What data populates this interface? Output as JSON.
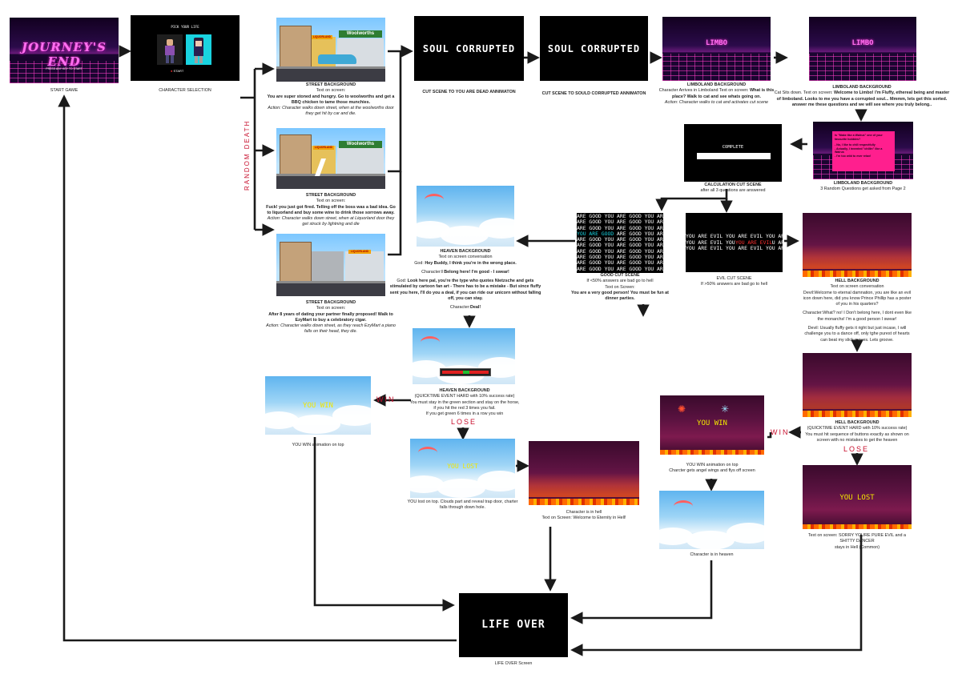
{
  "start": {
    "logo_text": "JOURNEY'S END",
    "press_text": "PRESS ANY KEY TO START",
    "caption": "START GAME"
  },
  "charsel": {
    "title": "PICK YOUR LIFE",
    "start": "START",
    "caption": "CHARACTER SELECTION"
  },
  "random_death": "RANDOM DEATH",
  "street1": {
    "sign1": "Woolworths",
    "sign2": "LIQUORLAND",
    "heading": "STREET BACKGROUND",
    "line1": "Text on screen:",
    "bold": "You are super stoned and hungry. Go to woolworths and get a BBQ chicken to tame those munchies.",
    "action": "Action: Character walks down street, when at the woolworths door they get hit by car and die."
  },
  "street2": {
    "sign1": "Woolworths",
    "sign2": "LIQUORLAND",
    "heading": "STREET BACKGROUND",
    "line1": "Text on screen:",
    "bold": "Fuck! you just got fired. Telling off the boss was a bad idea. Go to liquorland and buy some wine to drink those sorrows away.",
    "action": "Action: Character walks down street, when at Liquorland door they get struck by lightning and die"
  },
  "street3": {
    "sign1": "LIQUORLAND",
    "heading": "STREET BACKGROUND",
    "line1": "Text on screen:",
    "bold": "After 8 years of dating your partner finally proposed! Walk to EzyMart to buy a celebratory cigar.",
    "action": "Action: Character walks down street, as they reach EzyMart a piano falls on their head, they die."
  },
  "soul1": {
    "text": "SOUL CORRUPTED",
    "caption": "CUT SCENE TO YOU ARE DEAD ANNIMATON"
  },
  "soul2": {
    "text": "SOUL CORRUPTED",
    "caption": "CUT SCENE TO SOULD CORRUPTED ANNIMATON"
  },
  "limbo1": {
    "sign": "LIMBO",
    "heading": "LIMBOLAND BACKGROUND",
    "line": "Character Arrives in Limboland Text on screen:",
    "bold": "What is this place? Walk to cat and see whats going on.",
    "action": "Action: Character walks to cat and activates cut scene"
  },
  "limbo2": {
    "sign": "LIMBO",
    "heading": "LIMBOLAND BACKGROUND",
    "line": "Cat Sits down. Text on screen:",
    "bold": "Welcome to Limbo! I'm Fluffy, ethereal being and master of limboland. Looks to me you have a corrupted soul... Mmmm, lets get this sorted. answer me these questions and we will see where you truly belong.."
  },
  "limbo3": {
    "q_title": "Is \"Make like a Walrus\" one of your favourite hobbies?",
    "opt1": "- No, I like to chill respectfully",
    "opt2": "- Actually, I invented \"chillin\" like a Walrus",
    "opt3": "- I'm too wild to ever relax!",
    "heading": "LIMBOLAND BACKGROUND",
    "line": "3 Random Questions get asked from Page 2"
  },
  "calc": {
    "label": "COMPLETE",
    "heading": "CALCULATION CUT SCENE",
    "line": "after all 3 questions are answered"
  },
  "good": {
    "text": "ARE GOOD YOU ARE GOOD YOU ARE GOOD YOU ARE",
    "highlight": "YOU ARE GOOD",
    "heading": "GOOD CUT SCENE",
    "line1": "If  <50% answers are bad go to hell",
    "line2": "Text on Screen:",
    "bold": "You are a very good person! You must be fun at dinner parties."
  },
  "evil": {
    "text": "YOU ARE EVIL YOU ARE EVIL YOU ARE E",
    "highlight": "YOU ARE EVIL",
    "heading": "EVIL CUT SCENE",
    "line": "If >50% answers are bad go to hell"
  },
  "hell1": {
    "heading": "HELL BACKGROUND",
    "l1": "Text on screen conversation",
    "l2": "Devil:Welcome to eternal damnation, you are like an evil icon down here, did you know Prince Phillip has a poster of you in his quarters?",
    "l3": "Character:What? no! I Don't belong here, I dont even like the monarchs! I'm a good person I swear!",
    "l4": "Devil: Usually fluffy gets it right but just incase, I will challenge you to a dance off, only tghe purest of hearts can beat my slick moves. Lets groove."
  },
  "heaven1": {
    "heading": "HEAVEN BACKGROUND",
    "l1": "Text on screen conversation",
    "god1_label": "God:",
    "god1": "Hey Buddy, I think you're in the wrong place.",
    "char1_label": "Character:",
    "char1": "I Belong here! I'm good - I swear!",
    "god2_label": "God:",
    "god2": "Look here pal, you're the type who quotes Nietzsche and gets stimulated by cartoon fan art - There has to be a mistake - But since fluffy sent you here, I'll do you a deal, if you can ride our unicorn without falling off, you can stay.",
    "char2_label": "Character:",
    "char2": "Deal!"
  },
  "heaven2": {
    "heading": "HEAVEN BACKGROUND",
    "l1": "(QUICKTIME EVENT HARD with 10% success rate)",
    "l2": "You must stay in the green section and stay on the horse, if you hit the red 3 times you fail.",
    "l3": "If you get green 6 times in a row you win"
  },
  "win1": {
    "label": "WIN"
  },
  "lose1": {
    "label": "LOSE"
  },
  "youwin1": {
    "overlay": "YOU WIN",
    "caption": "YOU WIN animation on top"
  },
  "youlost1": {
    "overlay": "YOU LOST",
    "caption": "YOU lost on top. Clouds part and reveal trap door, charter falls through down hole."
  },
  "hellfall": {
    "caption1": "Character is in hell",
    "caption2": "Text on Screen: Welcome to Eternity in Hell!"
  },
  "hell2": {
    "heading": "HELL BACKGROUND",
    "l1": "(QUICKTIME EVENT HARD with 10% success rate)",
    "l2": "You must hit sequence of buttons exactly as shown on screen with no mistakes to get the heaven"
  },
  "win2": {
    "label": "WIN"
  },
  "lose2": {
    "label": "LOSE"
  },
  "youwin2": {
    "overlay": "YOU WIN",
    "caption1": "YOU WIN animation on top",
    "caption2": "Charcter gets angel wings and flys off screen"
  },
  "heavenend": {
    "caption": "Character is in heaven"
  },
  "youlost2": {
    "overlay": "YOU LOST",
    "caption1": "Text on screen: SORRY YOURE PURE EVIL and a SHITTY DANCER",
    "caption2": "stays in Hell  (Common)"
  },
  "lifeover": {
    "text": "LIFE OVER",
    "caption": "LIFE OVER Screen"
  },
  "colors": {
    "neon_pink": "#ff2fd0",
    "accent_red": "#c8102e",
    "arrow": "#1a1a1a",
    "quiz_pink": "#ff1f8e"
  }
}
